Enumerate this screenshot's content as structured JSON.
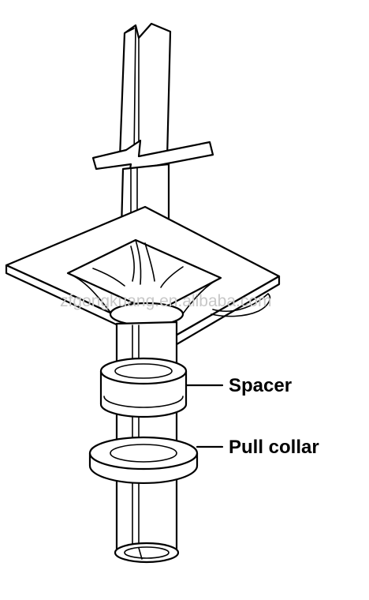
{
  "labels": {
    "spacer": "Spacer",
    "pull_collar": "Pull collar"
  },
  "watermark": "zfgongkuang.en.alibaba.com"
}
